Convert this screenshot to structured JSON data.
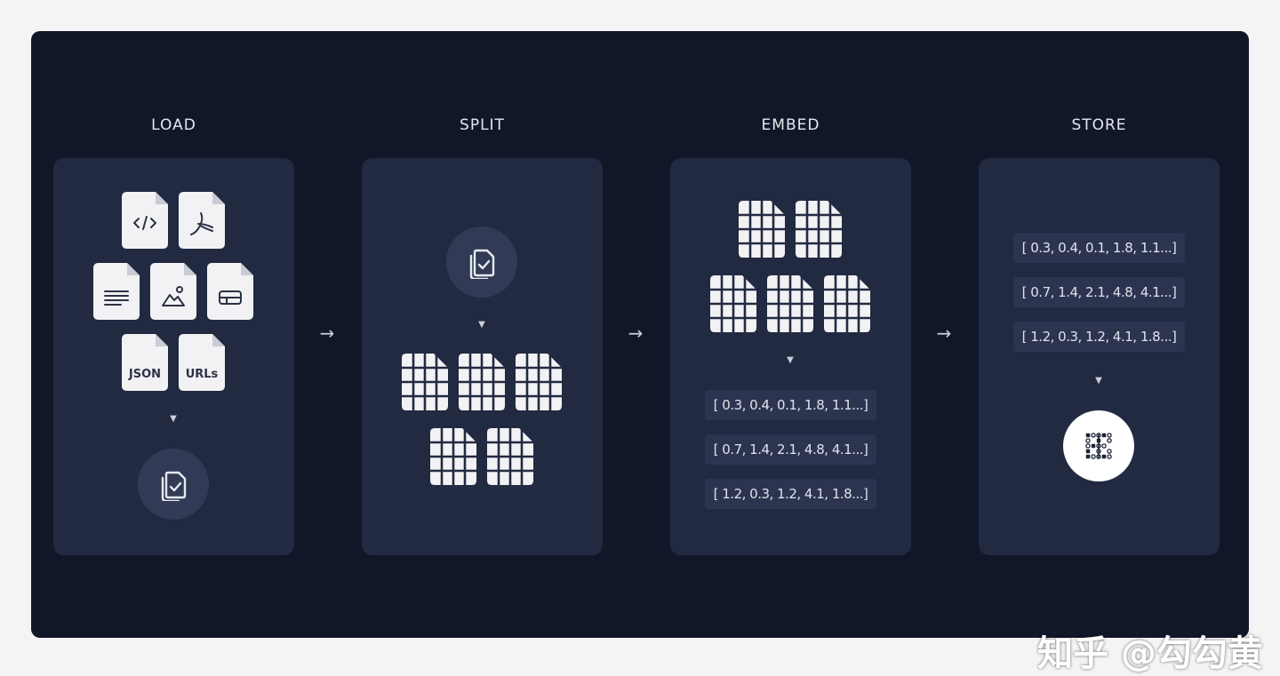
{
  "stages": {
    "load": {
      "title": "LOAD",
      "json_label": "JSON",
      "urls_label": "URLs"
    },
    "split": {
      "title": "SPLIT"
    },
    "embed": {
      "title": "EMBED",
      "vectors": [
        "[ 0.3, 0.4, 0.1, 1.8, 1.1...]",
        "[ 0.7, 1.4, 2.1, 4.8, 4.1...]",
        "[ 1.2, 0.3, 1.2, 4.1, 1.8...]"
      ]
    },
    "store": {
      "title": "STORE",
      "vectors": [
        "[ 0.3, 0.4, 0.1, 1.8, 1.1...]",
        "[ 0.7, 1.4, 2.1, 4.8, 4.1...]",
        "[ 1.2, 0.3, 1.2, 4.1, 1.8...]"
      ]
    }
  },
  "glyphs": {
    "arrow": "→",
    "caret": "▼"
  },
  "icons": {
    "load_docs": [
      "code-file-icon",
      "pdf-file-icon",
      "text-file-icon",
      "image-file-icon",
      "table-file-icon",
      "json-file-icon",
      "urls-file-icon"
    ],
    "combined": "document-copy-check-icon",
    "chunk": "chunk-grid-icon",
    "vector_store": "vector-store-logo-icon"
  },
  "colors": {
    "background": "#111728",
    "panel": "#222a42",
    "icon_fill": "#f2f2f4",
    "text": "#e6e9f0"
  },
  "watermark": "知乎 @勾勾黄"
}
